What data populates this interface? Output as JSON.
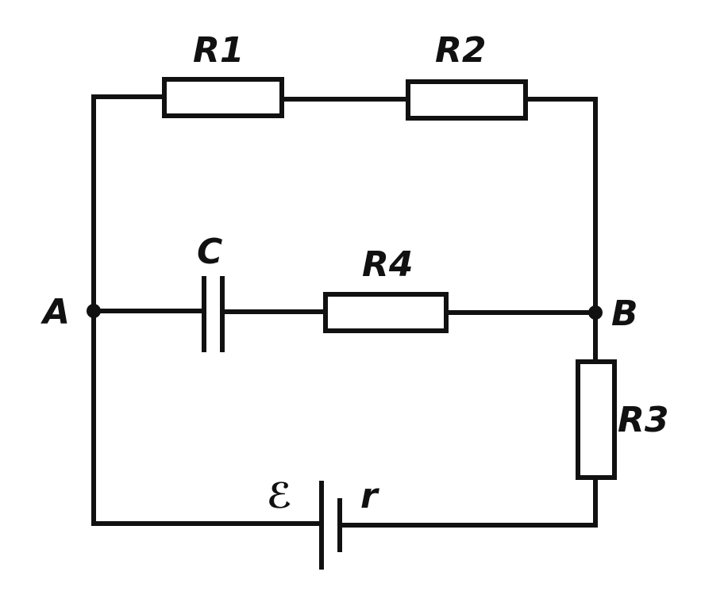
{
  "diagram": {
    "labels": {
      "r1": "R1",
      "r2": "R2",
      "r3": "R3",
      "r4": "R4",
      "capacitor": "C",
      "node_a": "A",
      "node_b": "B",
      "emf": "ℰ",
      "internal_resistance": "r"
    },
    "colors": {
      "ink": "#111111",
      "background": "#ffffff"
    }
  }
}
